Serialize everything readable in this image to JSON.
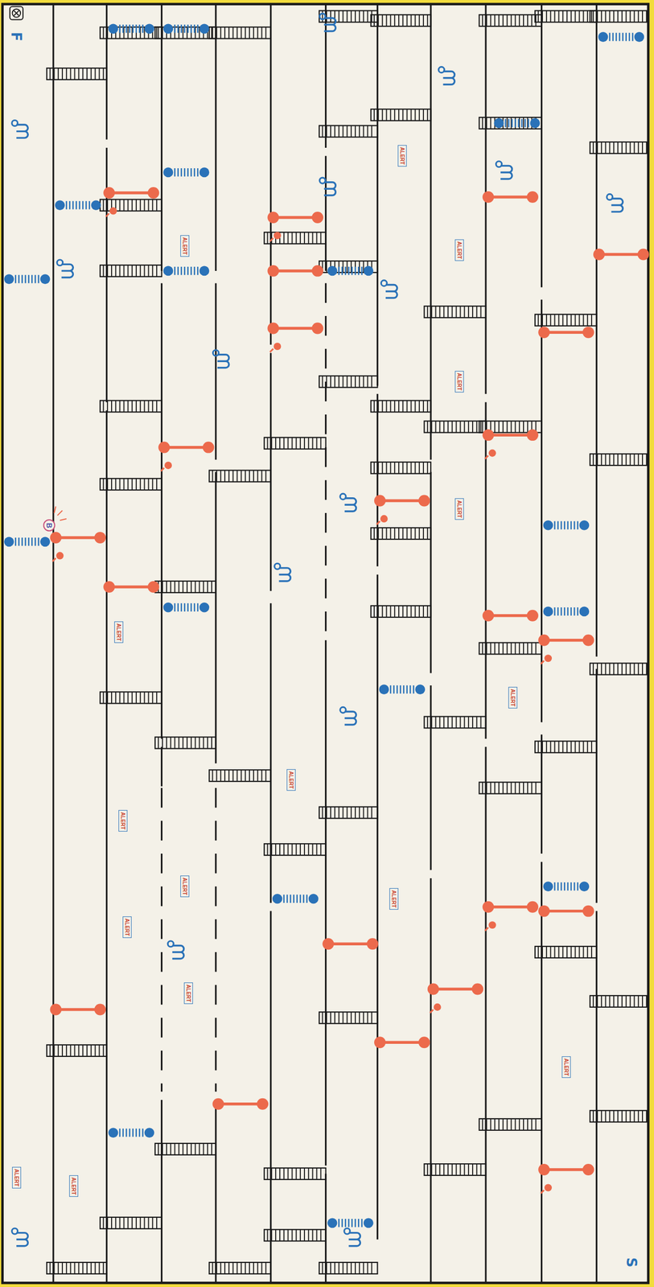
{
  "diagram": {
    "nodes": [
      {
        "text": [
          "ALERT"
        ]
      },
      {
        "text": [
          "ALERT"
        ]
      },
      {
        "text": [
          "ALERT"
        ]
      },
      {
        "text": [
          "ALERT"
        ]
      },
      {
        "text": [
          "ALERT"
        ]
      },
      {
        "text": [
          "B"
        ]
      },
      {
        "text": [
          "ALERT"
        ]
      },
      {
        "text": [
          "ALERT"
        ]
      },
      {
        "text": [
          "ALERT"
        ]
      },
      {
        "text": [
          "ALERT"
        ]
      },
      {
        "text": [
          "ALERT"
        ]
      },
      {
        "text": [
          "ALERT"
        ]
      },
      {
        "text": [
          "ALERT"
        ]
      },
      {
        "text": [
          "ALERT"
        ]
      },
      {
        "text": [
          "ALERT"
        ]
      },
      {
        "text": [
          "ALERT"
        ]
      },
      {
        "text": [
          "ALERT"
        ]
      }
    ],
    "labels": [
      "F",
      "S"
    ]
  }
}
